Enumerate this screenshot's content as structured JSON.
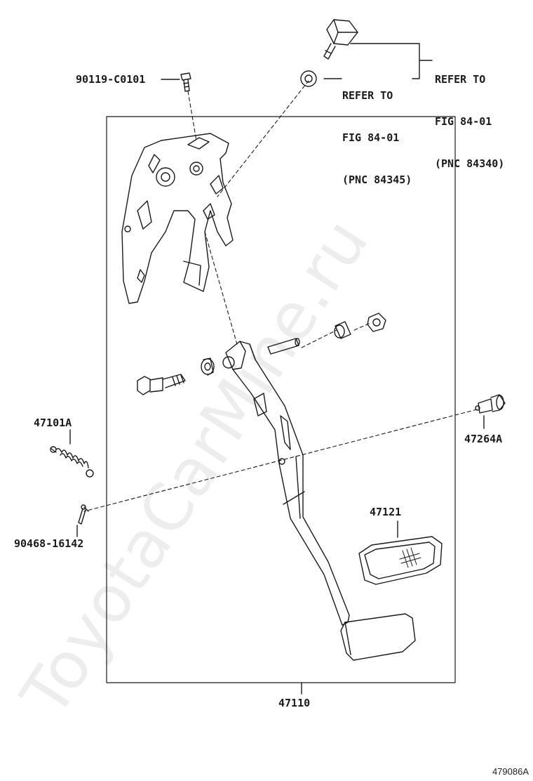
{
  "parts": {
    "bolt": "90119-C0101",
    "spring": "47101A",
    "clip": "90468-16142",
    "pin": "47264A",
    "pedal_pad": "47121",
    "pedal_assembly": "47110"
  },
  "references": {
    "ref_84340": [
      "REFER TO",
      "FIG 84-01",
      "(PNC 84340)"
    ],
    "ref_84345": [
      "REFER TO",
      "FIG 84-01",
      "(PNC 84345)"
    ]
  },
  "watermark": "ToyotaCarMine.ru",
  "figure_id": "479086A"
}
